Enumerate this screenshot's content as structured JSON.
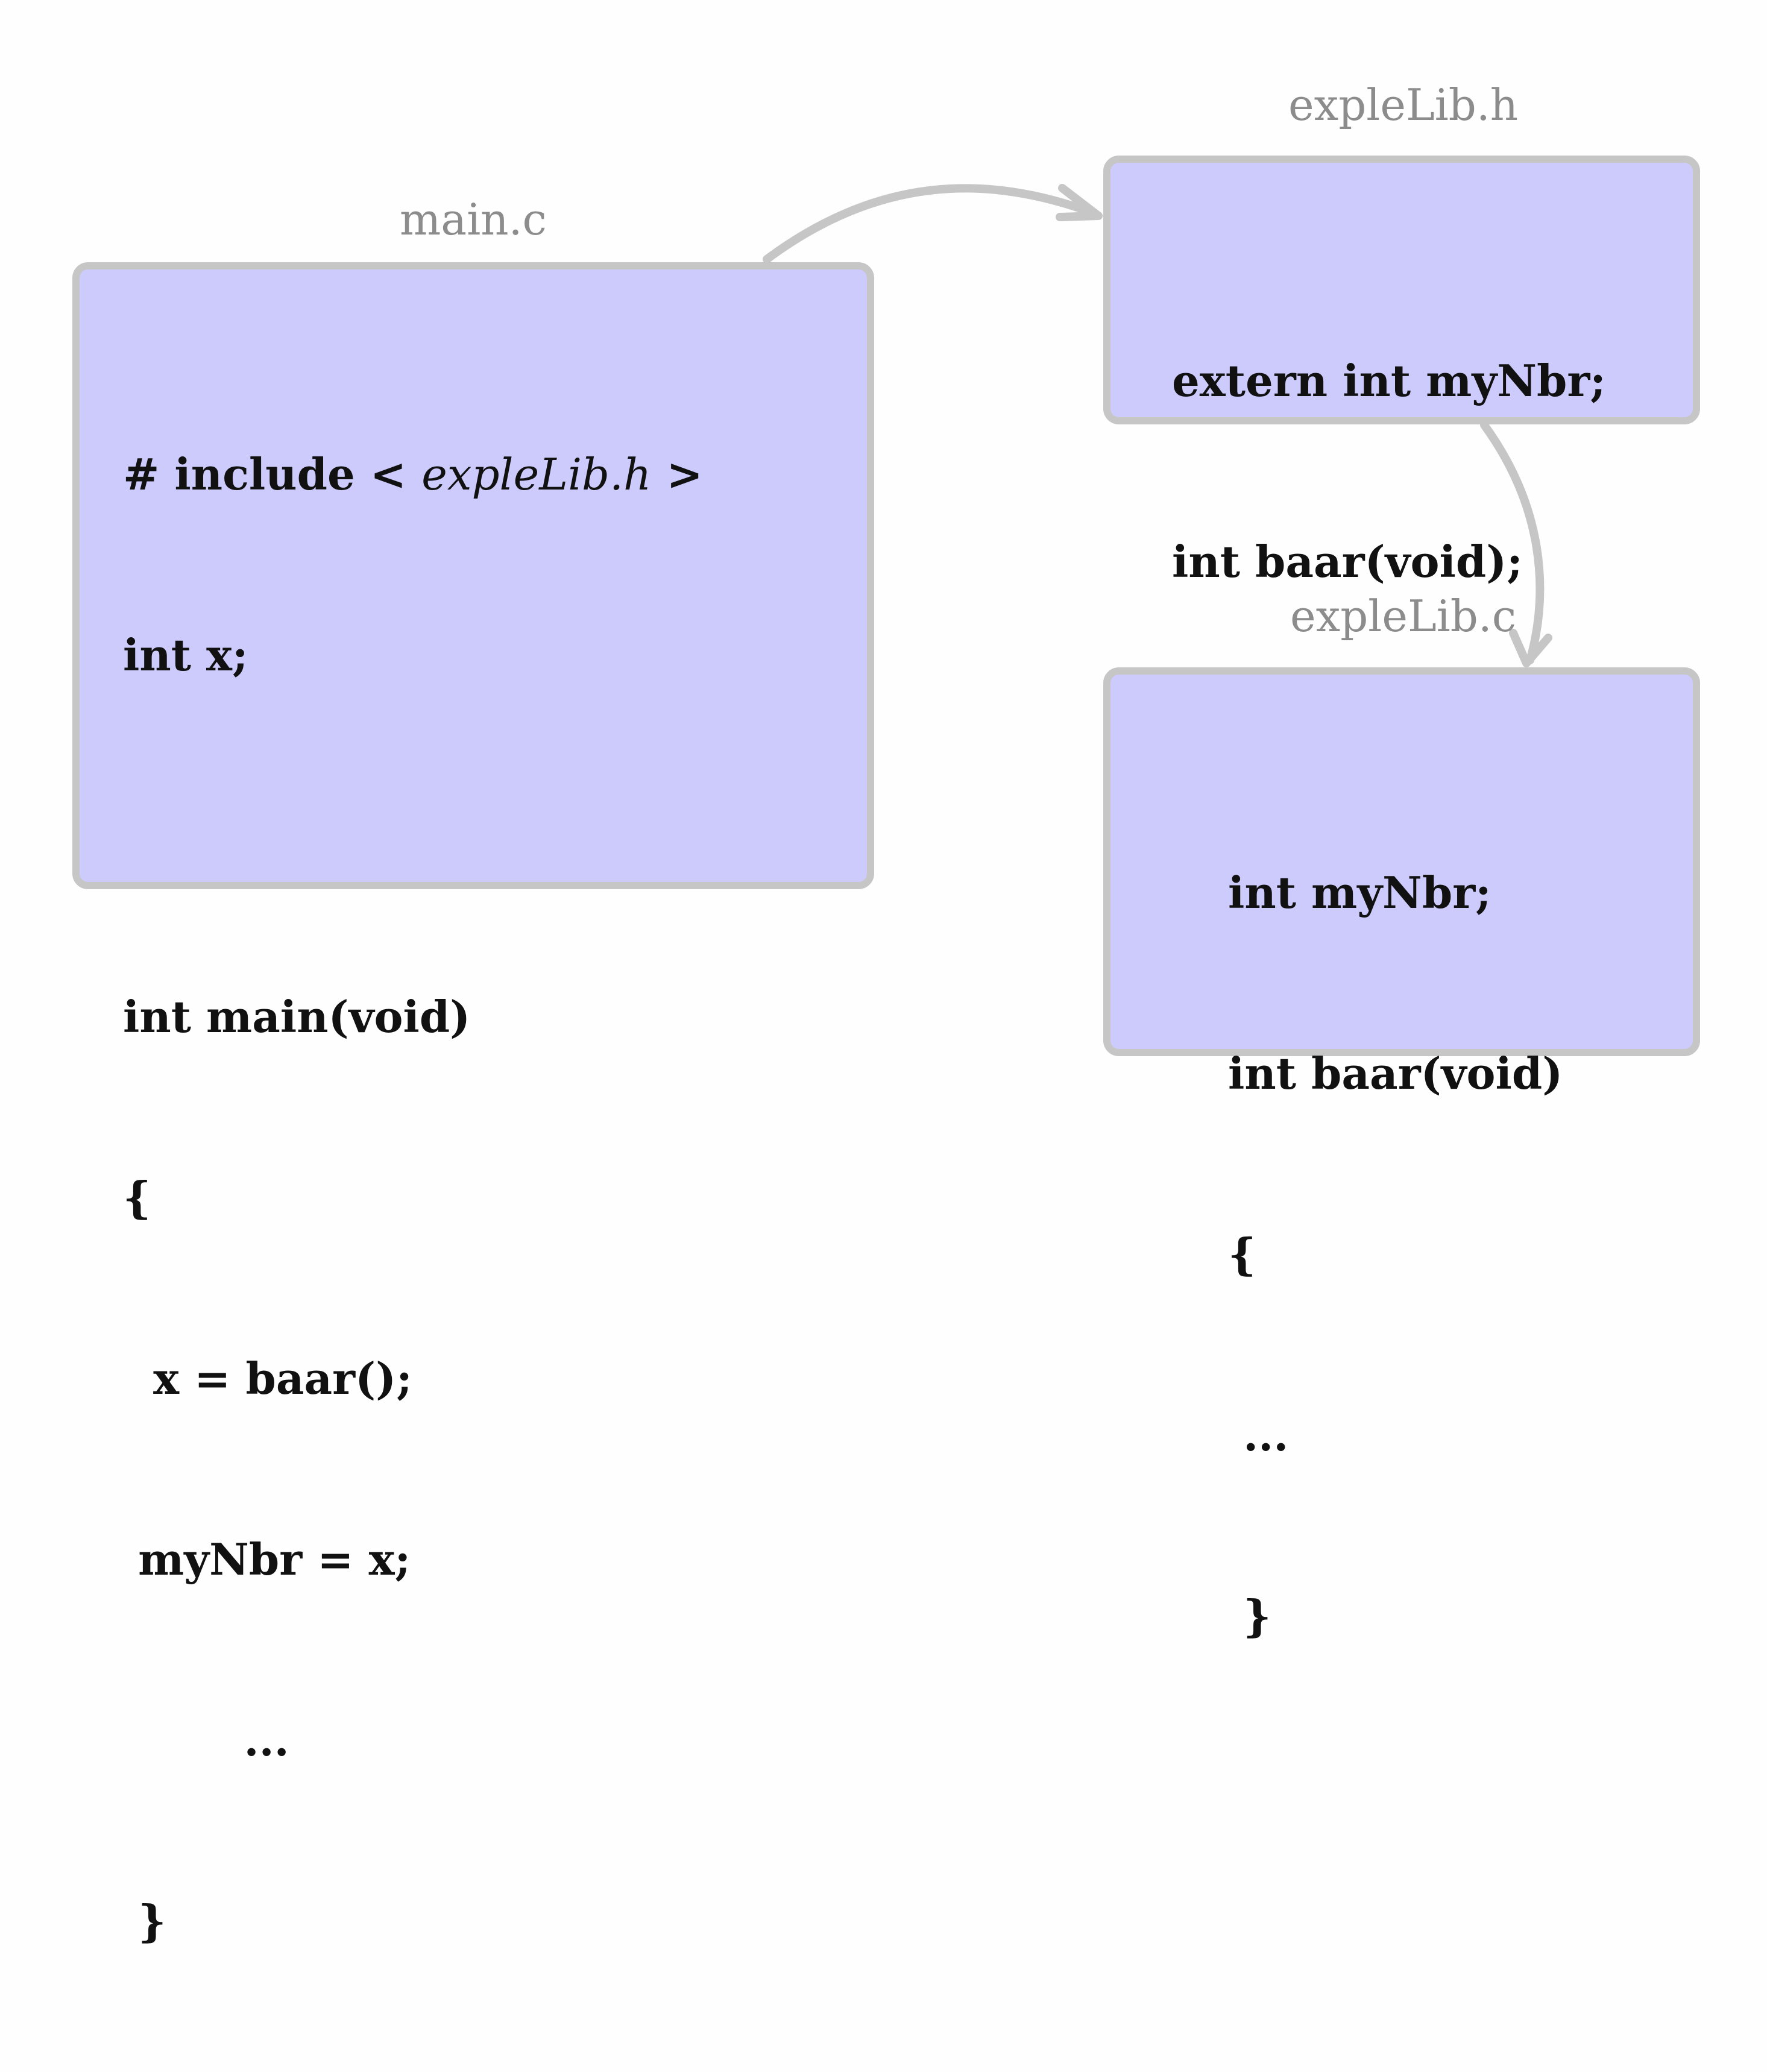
{
  "colors": {
    "box_fill": "#cccbfc",
    "box_border": "#c6c6c6",
    "caption_text": "#8c8c8c",
    "code_text": "#111111",
    "arrow": "#c6c6c6"
  },
  "main_file": {
    "caption": "main.c",
    "include_prefix": "# include < ",
    "include_name": "expleLib.h",
    "include_suffix": " >",
    "lines": [
      "int x;",
      "",
      "int main(void)",
      "{",
      "  x = baar();",
      " myNbr = x;",
      "        ...",
      " }"
    ]
  },
  "header_file": {
    "caption": "expleLib.h",
    "lines": [
      "extern int myNbr;",
      "int baar(void);",
      "..."
    ]
  },
  "source_file": {
    "caption": "expleLib.c",
    "lines": [
      "int myNbr;",
      "int baar(void)",
      "{",
      " ...",
      " }"
    ]
  }
}
